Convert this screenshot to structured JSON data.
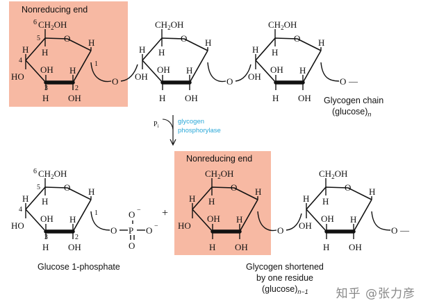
{
  "top": {
    "header": "Nonreducing end",
    "label_line1": "Glycogen chain",
    "label_line2": "(glucose)",
    "label_sub": "n"
  },
  "enzyme": {
    "line1": "glycogen",
    "line2": "phosphorylase",
    "pi_main": "P",
    "pi_sub": "i"
  },
  "bottom_left": {
    "label": "Glucose 1-phosphate",
    "phosphate": {
      "p": "P",
      "o": "O",
      "charge": "−"
    }
  },
  "plus": "+",
  "bottom_right": {
    "header": "Nonreducing end",
    "label_line1": "Glycogen shortened",
    "label_line2": "by one residue",
    "label_line3": "(glucose)",
    "label_sub": "n−1"
  },
  "atoms": {
    "ch2oh_left": "CH",
    "ch2oh_sub": "2",
    "ch2oh_right": "OH",
    "h": "H",
    "oh": "OH",
    "ho": "HO",
    "o": "O",
    "bond_end": "—"
  },
  "carbons": {
    "c1": "1",
    "c2": "2",
    "c3": "3",
    "c4": "4",
    "c5": "5",
    "c6": "6"
  },
  "colors": {
    "highlight": "#f7b9a3",
    "accent_blue": "#2aa8d8",
    "ink": "#111111",
    "watermark": "#888888"
  },
  "watermark": "知乎 @张力彦"
}
